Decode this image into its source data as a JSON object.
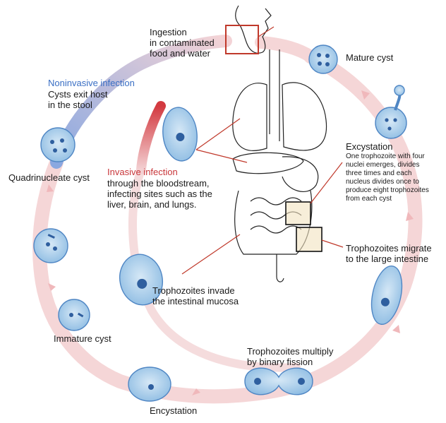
{
  "labels": {
    "ingestion": "Ingestion\nin contaminated\nfood and water",
    "mature_cyst": "Mature cyst",
    "noninvasive_title": "Noninvasive infection",
    "noninvasive_text": "Cysts exit host\nin the stool",
    "excystation_title": "Excystation",
    "excystation_text": "One trophozoite with four\nnuclei emerges, divides\nthree times and each\nnucleus divides once to\nproduce eight trophozoites\nfrom each cyst",
    "quadrinucleate": "Quadrinucleate cyst",
    "invasive_title": "Invasive infection",
    "invasive_text": "through the bloodstream,\ninfecting sites such as the\nliver, brain, and lungs.",
    "migrate": "Trophozoites  migrate\nto the large intestine",
    "invade": "Trophozoites invade\nthe intestinal mucosa",
    "immature": "Immature cyst",
    "multiply": "Trophozoites multiply\nby binary fission",
    "encystation": "Encystation"
  },
  "colors": {
    "cycle_ring": "#f4d2d3",
    "noninvasive_arc": "#9fb6e3",
    "invasive_arc": "#d9484e",
    "cell_fill": "#a9cbe7",
    "cell_stroke": "#4f86c4",
    "highlight_box": "#c0392b",
    "pointer": "#c0392b"
  }
}
